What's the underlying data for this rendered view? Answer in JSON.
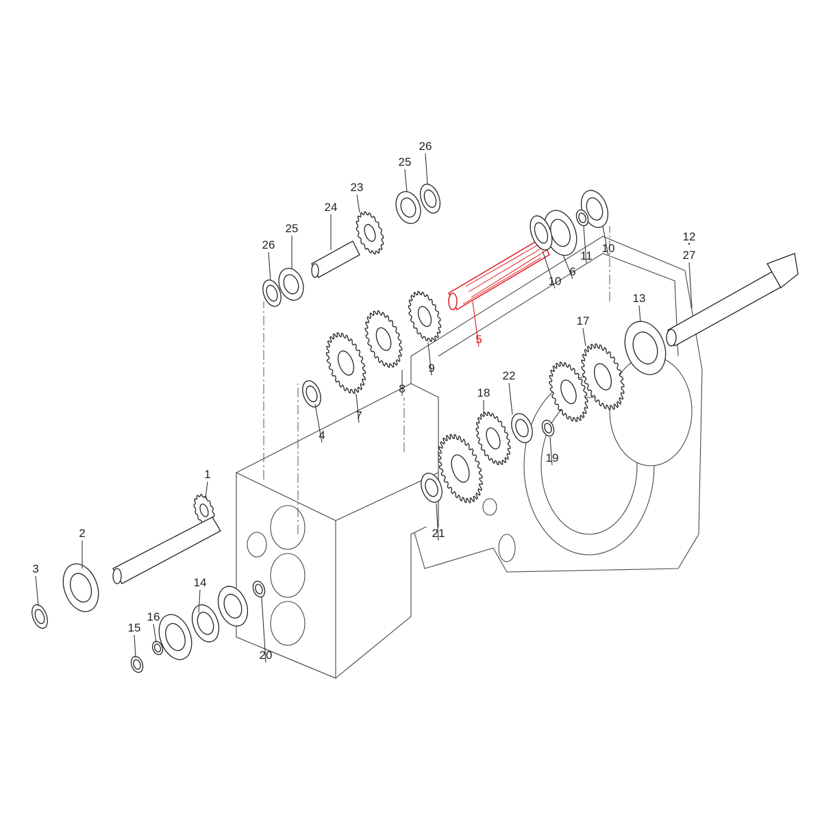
{
  "diagram": {
    "type": "exploded parts diagram",
    "highlight_color": "#e0141e",
    "line_color": "#222222",
    "highlighted_part": "5",
    "labels": [
      {
        "id": "l1",
        "text": "1"
      },
      {
        "id": "l2",
        "text": "2"
      },
      {
        "id": "l3",
        "text": "3"
      },
      {
        "id": "l4",
        "text": "4"
      },
      {
        "id": "l5",
        "text": "5"
      },
      {
        "id": "l6",
        "text": "6"
      },
      {
        "id": "l7",
        "text": "7"
      },
      {
        "id": "l8",
        "text": "8"
      },
      {
        "id": "l9",
        "text": "9"
      },
      {
        "id": "l10a",
        "text": "10"
      },
      {
        "id": "l10b",
        "text": "10"
      },
      {
        "id": "l11",
        "text": "11"
      },
      {
        "id": "l12",
        "text": "12"
      },
      {
        "id": "l27",
        "text": "27"
      },
      {
        "id": "l13",
        "text": "13"
      },
      {
        "id": "l14",
        "text": "14"
      },
      {
        "id": "l15",
        "text": "15"
      },
      {
        "id": "l16",
        "text": "16"
      },
      {
        "id": "l17",
        "text": "17"
      },
      {
        "id": "l18",
        "text": "18"
      },
      {
        "id": "l19",
        "text": "19"
      },
      {
        "id": "l20",
        "text": "20"
      },
      {
        "id": "l21",
        "text": "21"
      },
      {
        "id": "l22",
        "text": "22"
      },
      {
        "id": "l23",
        "text": "23"
      },
      {
        "id": "l24",
        "text": "24"
      },
      {
        "id": "l25a",
        "text": "25"
      },
      {
        "id": "l25b",
        "text": "25"
      },
      {
        "id": "l26a",
        "text": "26"
      },
      {
        "id": "l26b",
        "text": "26"
      }
    ]
  }
}
